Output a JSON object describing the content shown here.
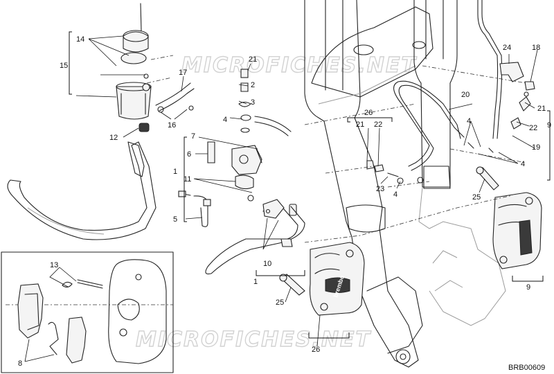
{
  "diagram_code": "BRB00609",
  "watermark_text": "MICROFICHES.NET",
  "callouts": [
    {
      "id": "c14",
      "text": "14"
    },
    {
      "id": "c15",
      "text": "15"
    },
    {
      "id": "c17",
      "text": "17"
    },
    {
      "id": "c16",
      "text": "16"
    },
    {
      "id": "c12",
      "text": "12"
    },
    {
      "id": "c21a",
      "text": "21"
    },
    {
      "id": "c2",
      "text": "2"
    },
    {
      "id": "c3",
      "text": "3"
    },
    {
      "id": "c4a",
      "text": "4"
    },
    {
      "id": "c7",
      "text": "7"
    },
    {
      "id": "c6",
      "text": "6"
    },
    {
      "id": "c1a",
      "text": "1"
    },
    {
      "id": "c11",
      "text": "11"
    },
    {
      "id": "c5",
      "text": "5"
    },
    {
      "id": "c10",
      "text": "10"
    },
    {
      "id": "c1b",
      "text": "1"
    },
    {
      "id": "c26a",
      "text": "26"
    },
    {
      "id": "c21b",
      "text": "21"
    },
    {
      "id": "c22a",
      "text": "22"
    },
    {
      "id": "c23",
      "text": "23"
    },
    {
      "id": "c4b",
      "text": "4"
    },
    {
      "id": "c20",
      "text": "20"
    },
    {
      "id": "c4c",
      "text": "4"
    },
    {
      "id": "c24",
      "text": "24"
    },
    {
      "id": "c18",
      "text": "18"
    },
    {
      "id": "c21c",
      "text": "21"
    },
    {
      "id": "c22b",
      "text": "22"
    },
    {
      "id": "c9a",
      "text": "9"
    },
    {
      "id": "c19",
      "text": "19"
    },
    {
      "id": "c4d",
      "text": "4"
    },
    {
      "id": "c25a",
      "text": "25"
    },
    {
      "id": "c9b",
      "text": "9"
    },
    {
      "id": "c25b",
      "text": "25"
    },
    {
      "id": "c26b",
      "text": "26"
    },
    {
      "id": "c13",
      "text": "13"
    },
    {
      "id": "c8",
      "text": "8"
    }
  ],
  "caliper_brand": "brembo"
}
